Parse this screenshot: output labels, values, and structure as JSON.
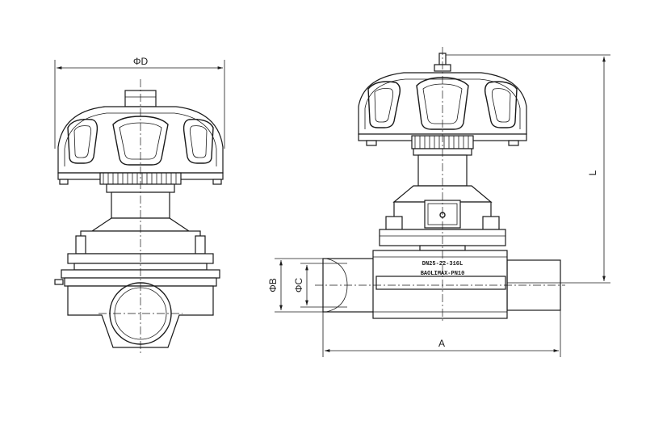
{
  "labels": {
    "dim_d": "ΦD",
    "dim_a": "A",
    "dim_b": "ΦB",
    "dim_c": "ΦC",
    "dim_l": "L"
  },
  "nameplate": {
    "line1": "DN25-22-316L",
    "line2": "BAOLIMAX-PN10"
  }
}
